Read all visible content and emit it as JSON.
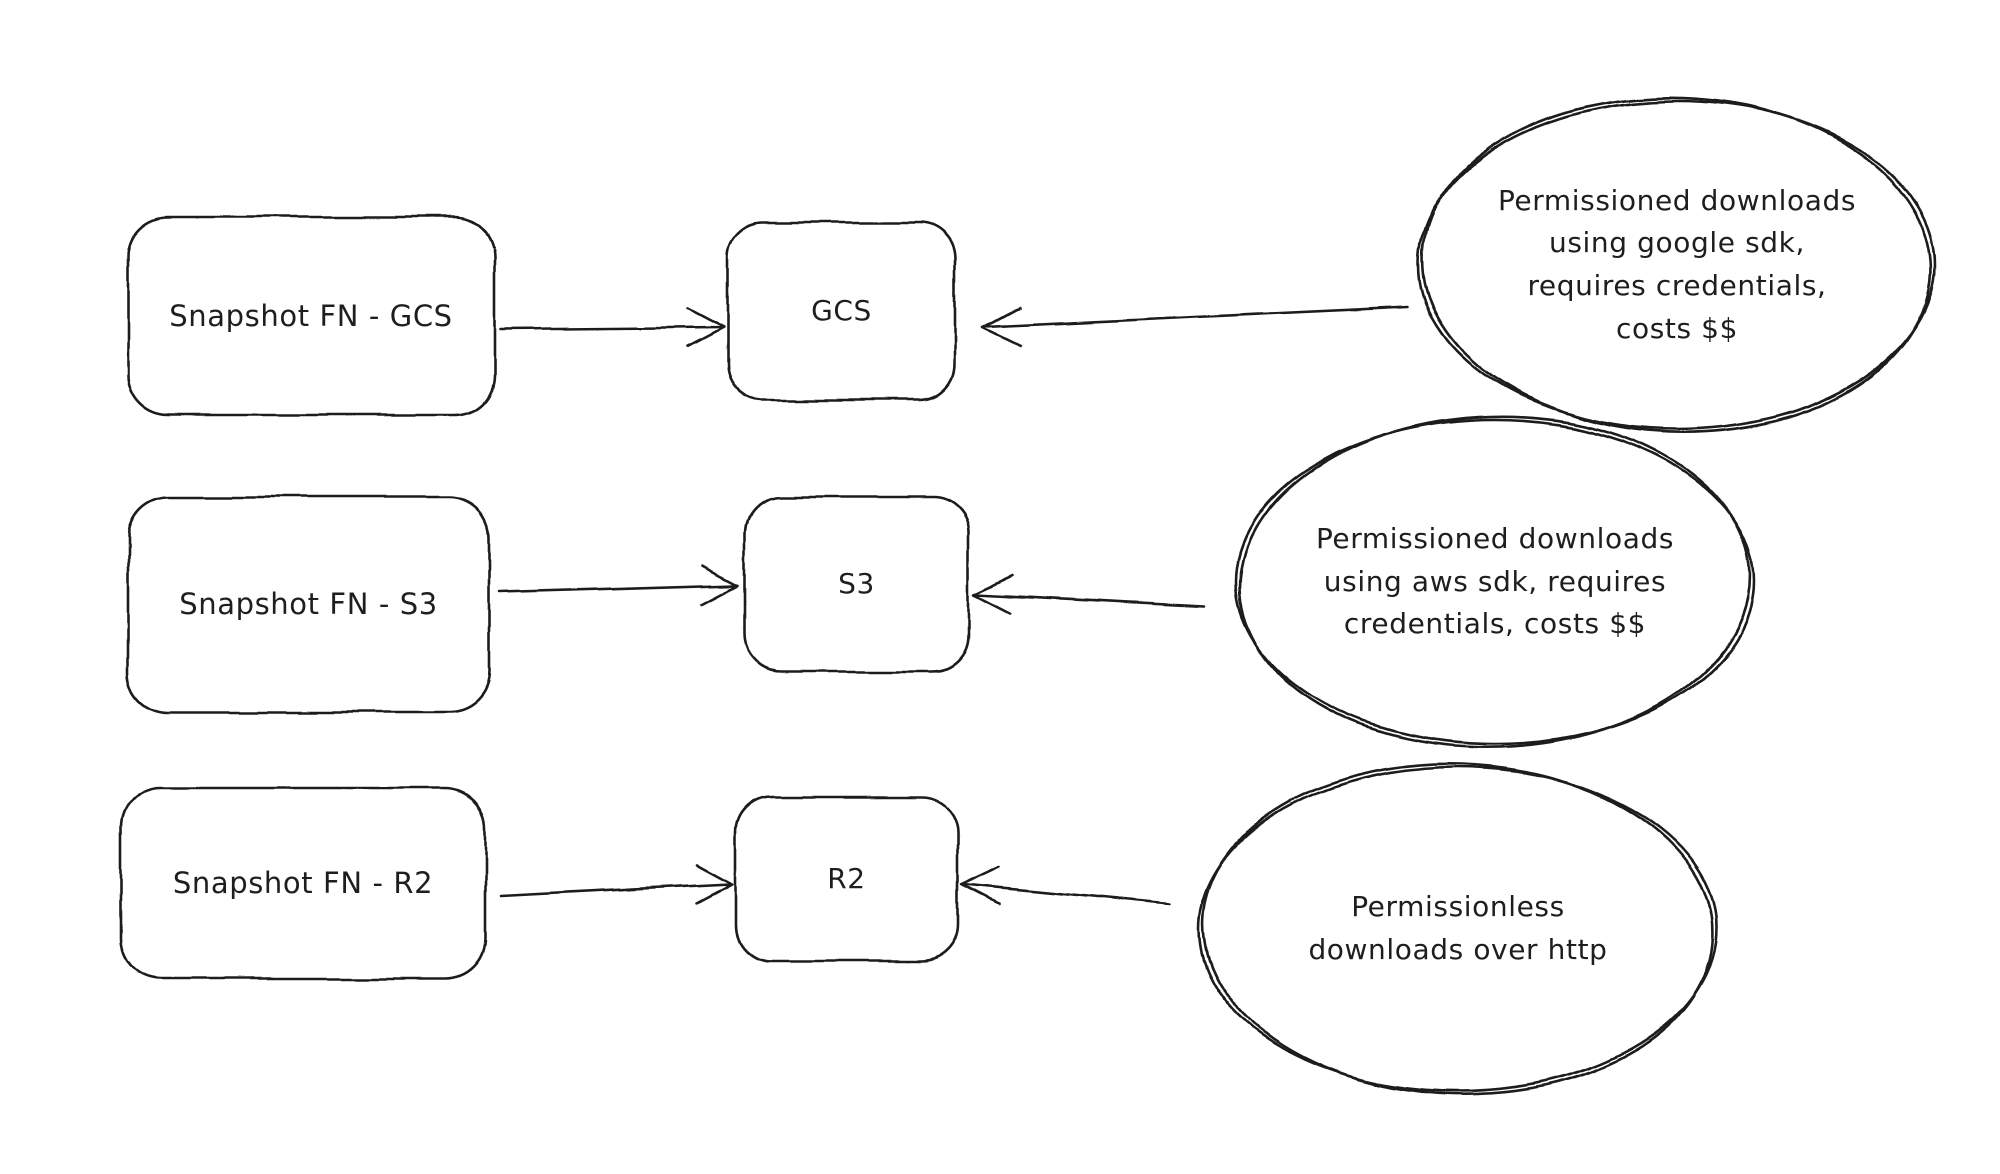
{
  "colors": {
    "background": "#ffffff",
    "stroke": "#1e1e1e",
    "text": "#1e1e1e"
  },
  "nodes": {
    "snapshot_gcs": {
      "label": "Snapshot FN - GCS",
      "shape": "rounded-rectangle"
    },
    "gcs": {
      "label": "GCS",
      "shape": "rounded-rectangle"
    },
    "note_gcs": {
      "label": "Permissioned downloads\nusing google sdk,\nrequires credentials,\ncosts $$",
      "shape": "ellipse"
    },
    "snapshot_s3": {
      "label": "Snapshot FN - S3",
      "shape": "rounded-rectangle"
    },
    "s3": {
      "label": "S3",
      "shape": "rounded-rectangle"
    },
    "note_s3": {
      "label": "Permissioned downloads\nusing aws sdk, requires\ncredentials, costs $$",
      "shape": "ellipse"
    },
    "snapshot_r2": {
      "label": "Snapshot FN - R2",
      "shape": "rounded-rectangle"
    },
    "r2": {
      "label": "R2",
      "shape": "rounded-rectangle"
    },
    "note_r2": {
      "label": "Permissionless\ndownloads over http",
      "shape": "ellipse"
    }
  },
  "edges": [
    {
      "from": "snapshot_gcs",
      "to": "gcs",
      "arrowhead": "open"
    },
    {
      "from": "note_gcs",
      "to": "gcs",
      "arrowhead": "open"
    },
    {
      "from": "snapshot_s3",
      "to": "s3",
      "arrowhead": "open"
    },
    {
      "from": "note_s3",
      "to": "s3",
      "arrowhead": "open"
    },
    {
      "from": "snapshot_r2",
      "to": "r2",
      "arrowhead": "open"
    },
    {
      "from": "note_r2",
      "to": "r2",
      "arrowhead": "open"
    }
  ]
}
